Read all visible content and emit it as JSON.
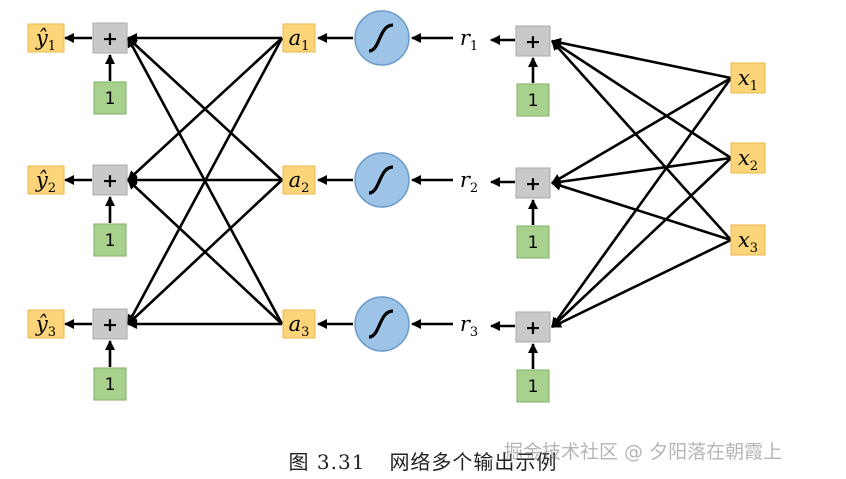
{
  "outputs": [
    {
      "base": "ŷ",
      "sub": "1"
    },
    {
      "base": "ŷ",
      "sub": "2"
    },
    {
      "base": "ŷ",
      "sub": "3"
    }
  ],
  "hidden": [
    {
      "base": "a",
      "sub": "1"
    },
    {
      "base": "a",
      "sub": "2"
    },
    {
      "base": "a",
      "sub": "3"
    }
  ],
  "preact": [
    {
      "base": "r",
      "sub": "1"
    },
    {
      "base": "r",
      "sub": "2"
    },
    {
      "base": "r",
      "sub": "3"
    }
  ],
  "inputs": [
    {
      "base": "x",
      "sub": "1"
    },
    {
      "base": "x",
      "sub": "2"
    },
    {
      "base": "x",
      "sub": "3"
    }
  ],
  "sum_symbol": "+",
  "bias_value": "1",
  "caption": {
    "figure": "图 3.31",
    "title": "网络多个输出示例"
  },
  "watermark": "掘金技术社区 @ 夕阳落在朝霞上",
  "colors": {
    "label_fill": "#fcd57a",
    "label_stroke": "#e8b84a",
    "sum_fill": "#c9c9c9",
    "sum_stroke": "#aaaaaa",
    "bias_fill": "#a9d18e",
    "bias_stroke": "#7faf62",
    "sigmoid_fill": "#9dc3e6",
    "sigmoid_stroke": "#6a9ccc"
  }
}
